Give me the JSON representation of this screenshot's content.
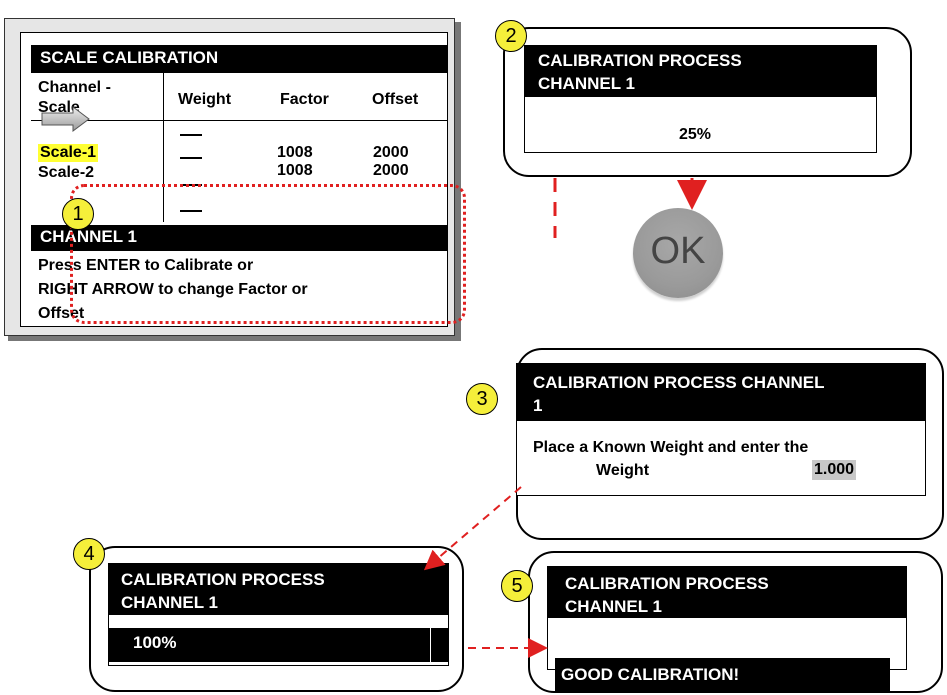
{
  "panel1": {
    "title": "SCALE CALIBRATION",
    "col_channel": "Channel -",
    "col_channel2": "Scale",
    "col_weight": "Weight",
    "col_factor": "Factor",
    "col_offset": "Offset",
    "rows": [
      {
        "name": "Scale-1",
        "factor": "1008",
        "offset": "2000"
      },
      {
        "name": "Scale-2",
        "factor": "1008",
        "offset": "2000"
      }
    ],
    "channel_bar": "CHANNEL 1",
    "message_line1": "Press ENTER to Calibrate or",
    "message_line2": "RIGHT ARROW to change Factor or",
    "message_line3": "Offset",
    "badge": "1",
    "highlight_color": "#ffff33"
  },
  "panel2": {
    "badge": "2",
    "title_line1": "CALIBRATION PROCESS",
    "title_line2": "CHANNEL 1",
    "progress": "25%"
  },
  "ok_button": {
    "label": "OK"
  },
  "panel3": {
    "badge": "3",
    "title_line1": "CALIBRATION PROCESS CHANNEL",
    "title_line2": "1",
    "instruction": "Place a Known Weight and enter the",
    "weight_label": "Weight",
    "weight_value": "1.000"
  },
  "panel4": {
    "badge": "4",
    "title_line1": "CALIBRATION PROCESS",
    "title_line2": "CHANNEL 1",
    "progress": "100%"
  },
  "panel5": {
    "badge": "5",
    "title_line1": "CALIBRATION PROCESS",
    "title_line2": "CHANNEL 1",
    "result": "GOOD CALIBRATION!"
  },
  "colors": {
    "arrow_red": "#e02020",
    "badge_yellow": "#f5ef3a"
  }
}
